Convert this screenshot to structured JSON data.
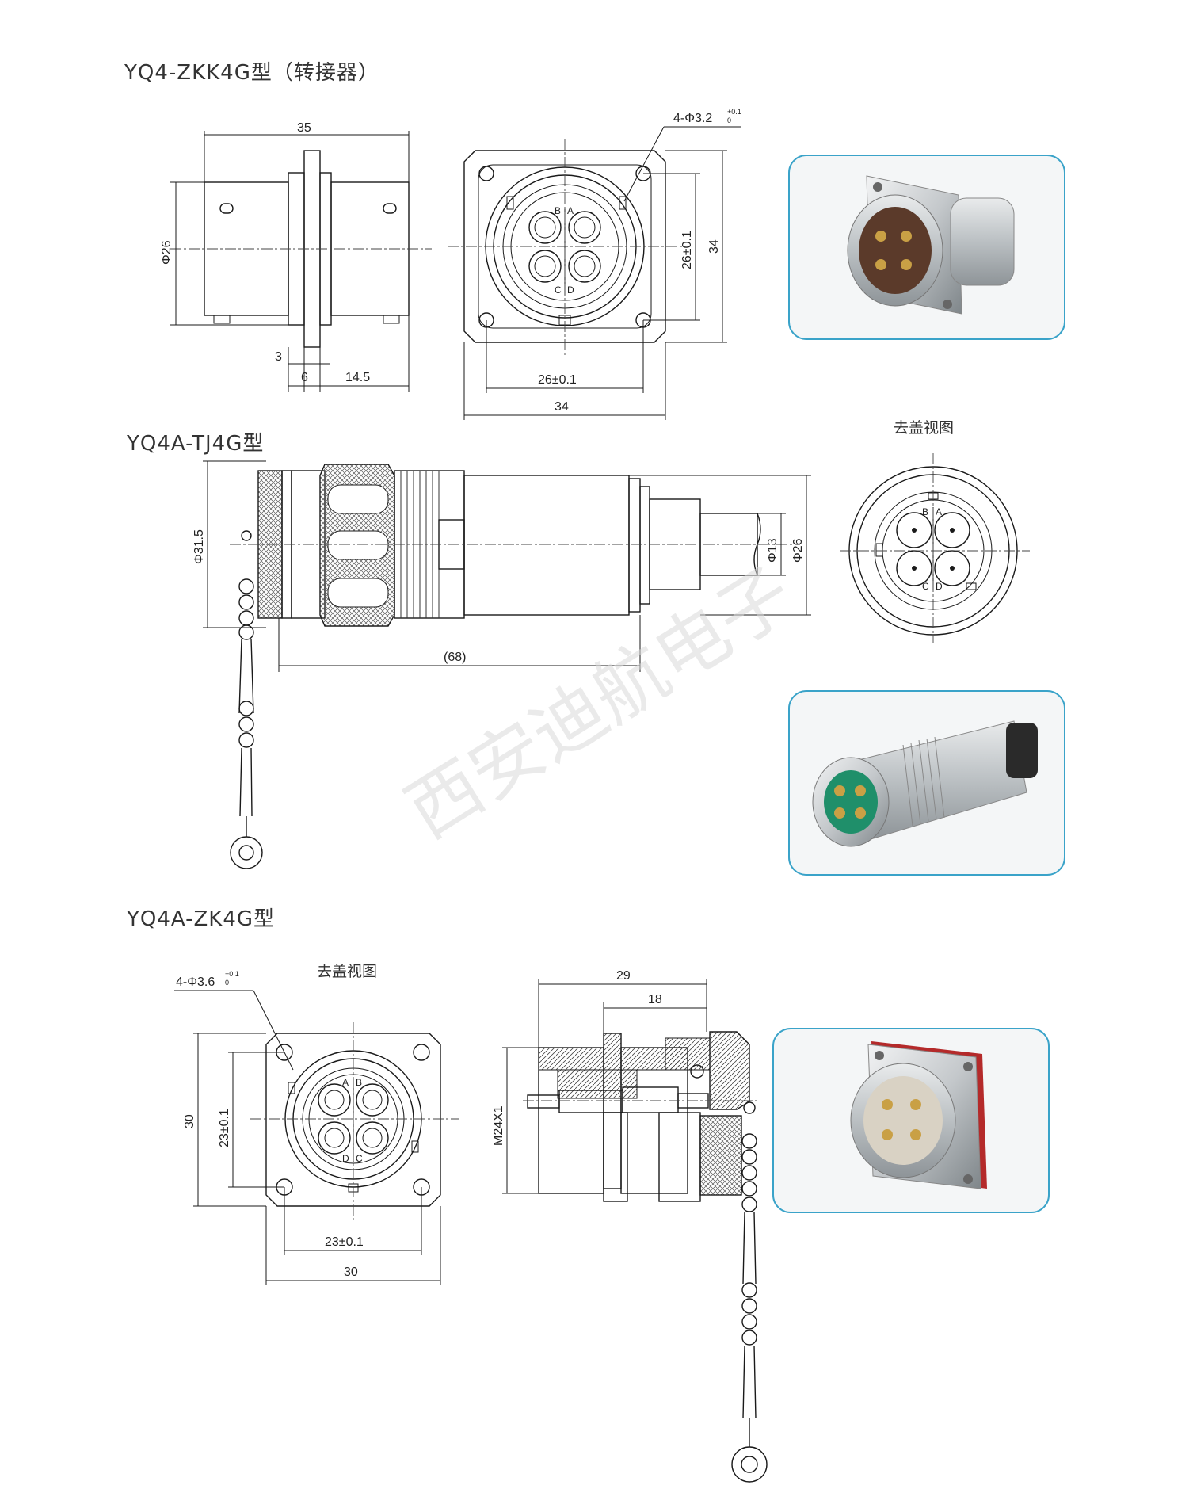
{
  "sections": [
    {
      "title": "YQ4-ZKK4G型（转接器）",
      "dims": [
        "35",
        "Φ26",
        "3",
        "6",
        "14.5",
        "4-Φ3.2",
        "+0.1",
        "0",
        "26±0.1",
        "34",
        "26±0.1",
        "34"
      ],
      "pins": [
        "B",
        "A",
        "C",
        "D"
      ]
    },
    {
      "title": "YQ4A-TJ4G型",
      "view_label": "去盖视图",
      "dims": [
        "Φ31.5",
        "(68)",
        "Φ13",
        "Φ26"
      ],
      "pins": [
        "B",
        "A",
        "C",
        "D"
      ]
    },
    {
      "title": "YQ4A-ZK4G型",
      "view_label": "去盖视图",
      "dims": [
        "4-Φ3.6",
        "+0.1",
        "0",
        "30",
        "23±0.1",
        "23±0.1",
        "30",
        "29",
        "18",
        "M24X1"
      ],
      "pins": [
        "A",
        "B",
        "D",
        "C"
      ]
    }
  ],
  "watermark": "西安迪航电子",
  "colors": {
    "photo_border": "#3aa3c9",
    "line": "#1a1a1a",
    "insulator_green": "#1f8f6a",
    "gold": "#c9a045"
  }
}
